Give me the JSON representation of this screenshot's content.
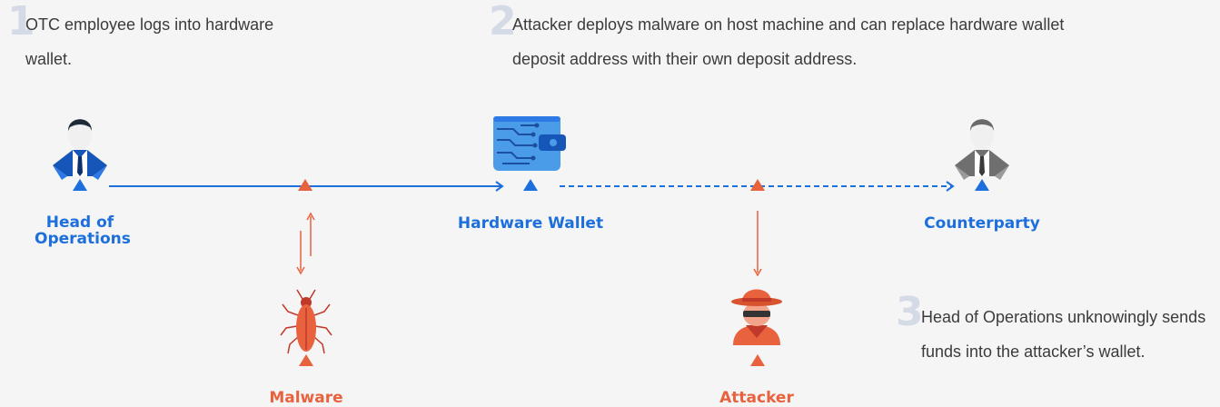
{
  "steps": [
    {
      "number": "1",
      "text": "OTC employee logs into hardware wallet."
    },
    {
      "number": "2",
      "text": "Attacker deploys malware on host machine and can replace hardware wallet deposit address with their own deposit address."
    },
    {
      "number": "3",
      "text": "Head of Operations unknowingly sends funds into the attacker’s wallet."
    }
  ],
  "nodes": {
    "head_of_operations": {
      "line1": "Head of",
      "line2": "Operations",
      "icon": "businessman-icon"
    },
    "hardware_wallet": {
      "label": "Hardware Wallet",
      "icon": "wallet-icon"
    },
    "counterparty": {
      "label": "Counterparty",
      "icon": "businessman-icon"
    },
    "malware": {
      "label": "Malware",
      "icon": "bug-icon"
    },
    "attacker": {
      "label": "Attacker",
      "icon": "spy-icon"
    }
  },
  "colors": {
    "blue": "#1d6fdb",
    "orange": "#e8623e",
    "grey_person": "#8b8b8b",
    "background": "#f5f5f5"
  }
}
